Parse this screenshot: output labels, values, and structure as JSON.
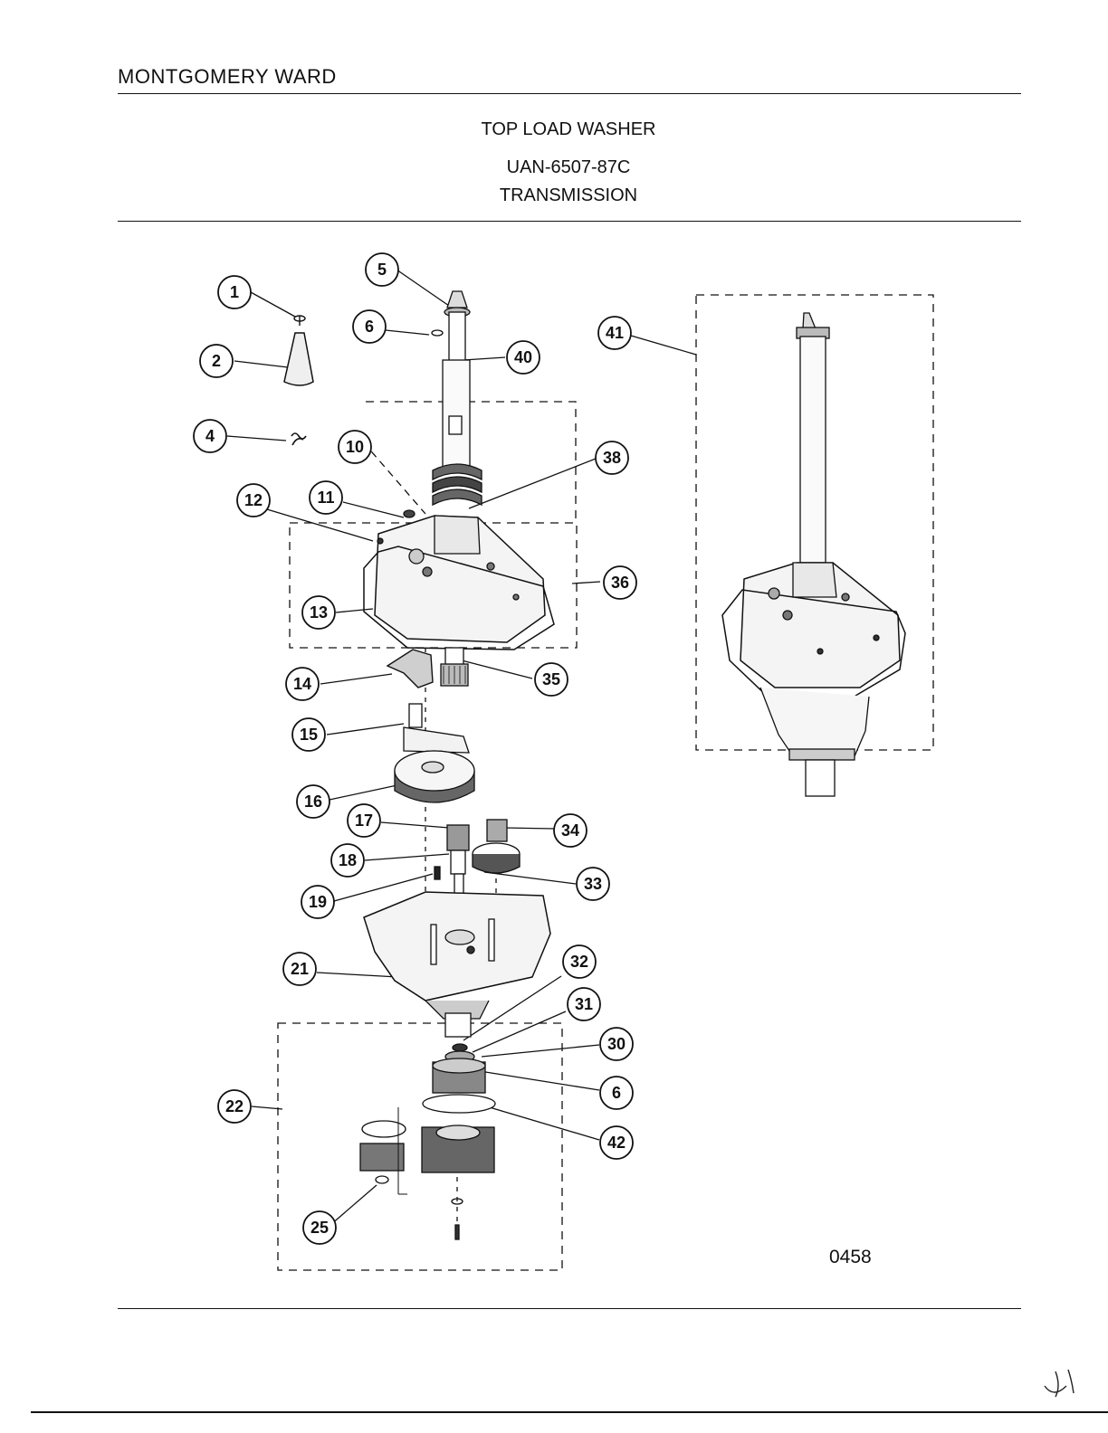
{
  "header": {
    "brand": "MONTGOMERY WARD",
    "product": "TOP LOAD WASHER",
    "model": "UAN-6507-87C",
    "section": "TRANSMISSION"
  },
  "figure_number": "0458",
  "part_callouts": [
    "1",
    "2",
    "4",
    "5",
    "6",
    "10",
    "11",
    "12",
    "13",
    "14",
    "15",
    "16",
    "17",
    "18",
    "19",
    "21",
    "22",
    "25",
    "30",
    "31",
    "32",
    "33",
    "34",
    "35",
    "36",
    "38",
    "40",
    "41",
    "42",
    "6"
  ]
}
